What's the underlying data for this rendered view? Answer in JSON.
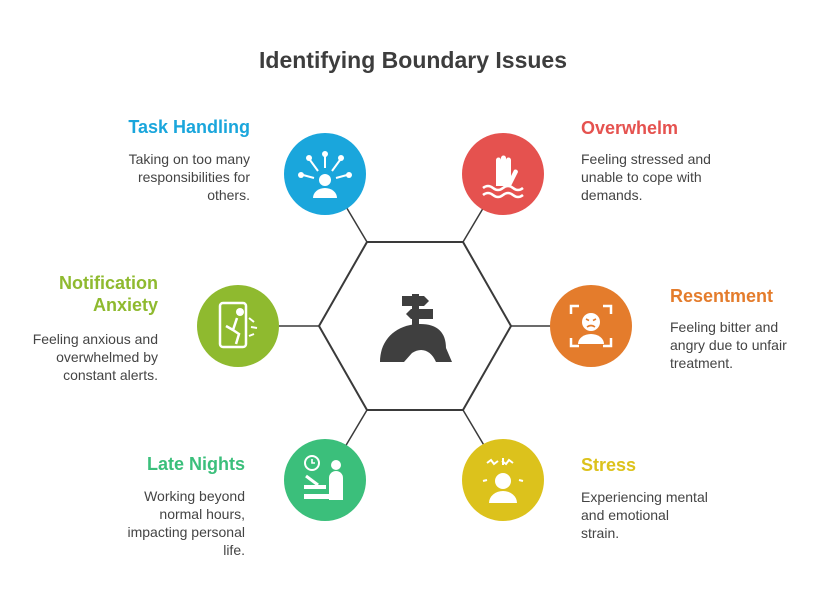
{
  "title": "Identifying Boundary Issues",
  "colors": {
    "task": "#1aa6dc",
    "overwhelm": "#e5524f",
    "notification": "#8fba2f",
    "resentment": "#e47c2c",
    "late": "#3bbf7b",
    "stress": "#dcc21c",
    "center_icon": "#3f3f3f",
    "lines": "#3a3a3a"
  },
  "items": {
    "task": {
      "label": "Task Handling",
      "description_lines": [
        "Taking on too many",
        "responsibilities for",
        "others."
      ],
      "icon": "person-network-icon"
    },
    "overwhelm": {
      "label": "Overwhelm",
      "description_lines": [
        "Feeling stressed and",
        "unable to cope with",
        "demands."
      ],
      "icon": "drowning-hand-icon"
    },
    "notification": {
      "label_lines": [
        "Notification",
        "Anxiety"
      ],
      "description_lines": [
        "Feeling anxious and",
        "overwhelmed by",
        "constant alerts."
      ],
      "icon": "phone-alert-icon"
    },
    "resentment": {
      "label": "Resentment",
      "description_lines": [
        "Feeling bitter and",
        "angry due to unfair",
        "treatment."
      ],
      "icon": "angry-face-icon"
    },
    "late": {
      "label": "Late Nights",
      "description_lines": [
        "Working beyond",
        "normal hours,",
        "impacting personal",
        "life."
      ],
      "icon": "desk-clock-icon"
    },
    "stress": {
      "label": "Stress",
      "description_lines": [
        "Experiencing mental",
        "and emotional",
        "strain."
      ],
      "icon": "stressed-person-icon"
    }
  },
  "center": {
    "icon": "signpost-crossroad-icon"
  }
}
